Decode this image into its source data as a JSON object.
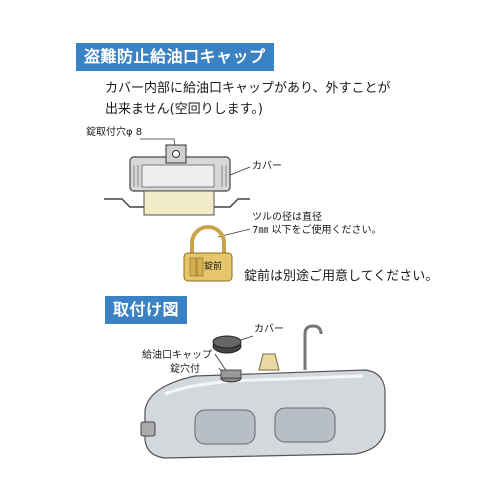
{
  "section1": {
    "heading": "盗難防止給油口キャップ",
    "desc_line1": "カバー内部に給油口キャップがあり、外すことが",
    "desc_line2": "出来ません(空回りします。)"
  },
  "diagram1": {
    "lock_hole_label": "錠取付穴φ 8",
    "cover_label": "カバー",
    "shackle_note_line1": "ツルの径は直径",
    "shackle_note_line2": "7㎜ 以下をご使用ください。",
    "padlock_text": "錠前",
    "padlock_note": "錠前は別途ご用意してください。"
  },
  "section2": {
    "heading": "取付け図",
    "cover_label": "カバー",
    "cap_label": "給油口キャップ",
    "lock_hole_label": "錠穴付"
  }
}
